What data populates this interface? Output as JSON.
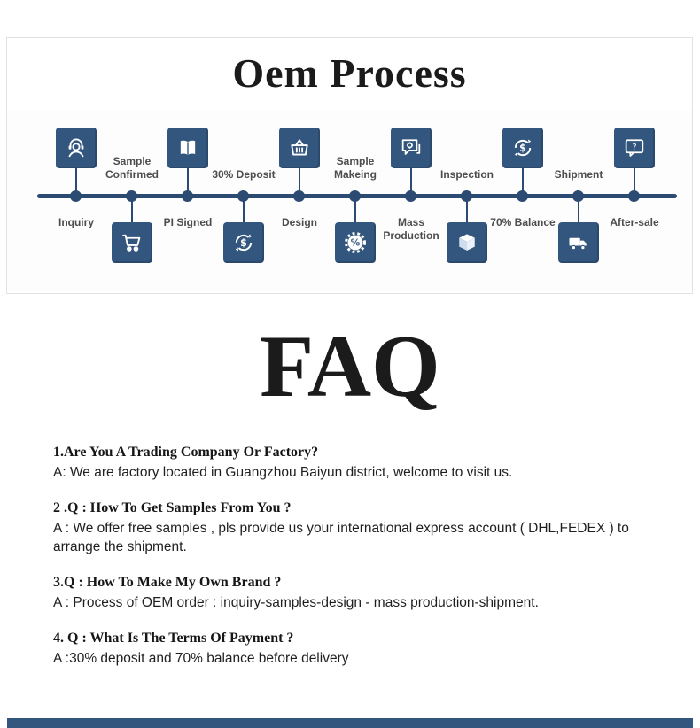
{
  "colors": {
    "accent_blue": "#33567E",
    "line_blue": "#2B4B72",
    "text_dark": "#1B1B1B",
    "label_gray": "#4D4D4D"
  },
  "process": {
    "title": "Oem Process",
    "steps": [
      {
        "label": "Inquiry",
        "icon": "headset-icon",
        "icon_position": "top"
      },
      {
        "label": "Sample Confirmed",
        "icon": "cart-icon",
        "icon_position": "bottom"
      },
      {
        "label": "PI Signed",
        "icon": "book-icon",
        "icon_position": "top"
      },
      {
        "label": "30% Deposit",
        "icon": "money-cycle-icon",
        "icon_position": "bottom"
      },
      {
        "label": "Design",
        "icon": "basket-icon",
        "icon_position": "top"
      },
      {
        "label": "Sample Makeing",
        "icon": "percent-badge-icon",
        "icon_position": "bottom"
      },
      {
        "label": "Mass Production",
        "icon": "chat-gear-icon",
        "icon_position": "top"
      },
      {
        "label": "Inspection",
        "icon": "box-icon",
        "icon_position": "bottom"
      },
      {
        "label": "70% Balance",
        "icon": "money-refresh-icon",
        "icon_position": "top"
      },
      {
        "label": "Shipment",
        "icon": "truck-icon",
        "icon_position": "bottom"
      },
      {
        "label": "After-sale",
        "icon": "chat-question-icon",
        "icon_position": "top"
      }
    ]
  },
  "faq": {
    "title": "FAQ",
    "items": [
      {
        "question": "1.Are You A Trading Company Or Factory?",
        "answer": "A: We are factory located in Guangzhou Baiyun district, welcome to visit us."
      },
      {
        "question": "2 .Q : How To Get Samples From You ?",
        "answer": "A : We offer free samples , pls provide us your international express account ( DHL,FEDEX ) to arrange the shipment."
      },
      {
        "question": "3.Q : How To Make My Own Brand ?",
        "answer": "A : Process of OEM order : inquiry-samples-design - mass production-shipment."
      },
      {
        "question": "4. Q : What Is The Terms Of Payment ?",
        "answer": "A :30% deposit and 70% balance before delivery"
      }
    ]
  }
}
